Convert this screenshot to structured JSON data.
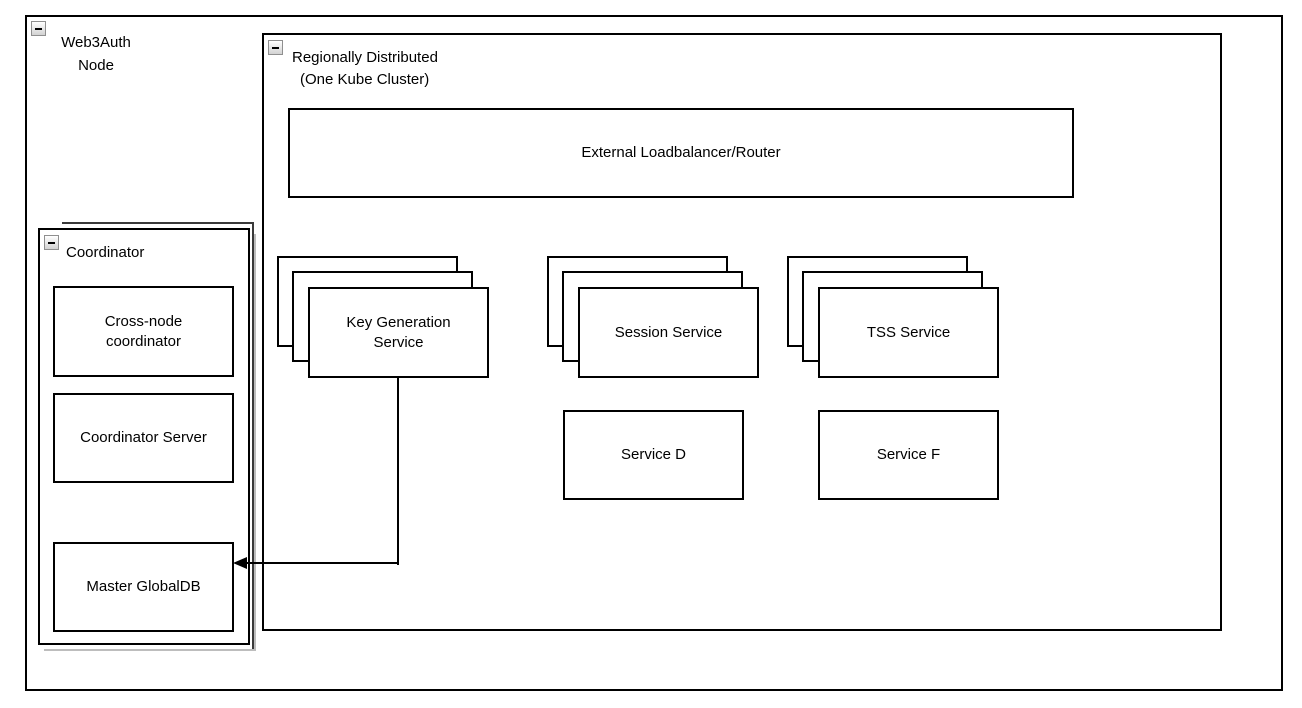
{
  "diagram": {
    "colors": {
      "border": "#000000",
      "background": "#ffffff",
      "shadow": "#bdbdbd",
      "collapse_icon_fill": "#d2d2d2"
    },
    "groups": {
      "web3auth": {
        "label_line1": "Web3Auth",
        "label_line2": "Node",
        "icon": "collapse-minus-icon"
      },
      "regional": {
        "label_line1": "Regionally Distributed",
        "label_line2": "(One Kube Cluster)",
        "icon": "collapse-minus-icon"
      },
      "coordinator": {
        "label": "Coordinator",
        "icon": "collapse-minus-icon"
      }
    },
    "nodes": {
      "loadbalancer": "External Loadbalancer/Router",
      "service_d": "Service D",
      "service_f": "Service F",
      "cross_node": "Cross-node coordinator",
      "coordinator_server": "Coordinator Server",
      "master_globaldb": "Master GlobalDB"
    },
    "stacks": [
      {
        "label": "Key Generation Service"
      },
      {
        "label": "Session Service"
      },
      {
        "label": "TSS Service"
      }
    ],
    "edges": [
      {
        "from": "Key Generation Service",
        "to": "Master GlobalDB",
        "arrow_direction": "left"
      }
    ]
  }
}
